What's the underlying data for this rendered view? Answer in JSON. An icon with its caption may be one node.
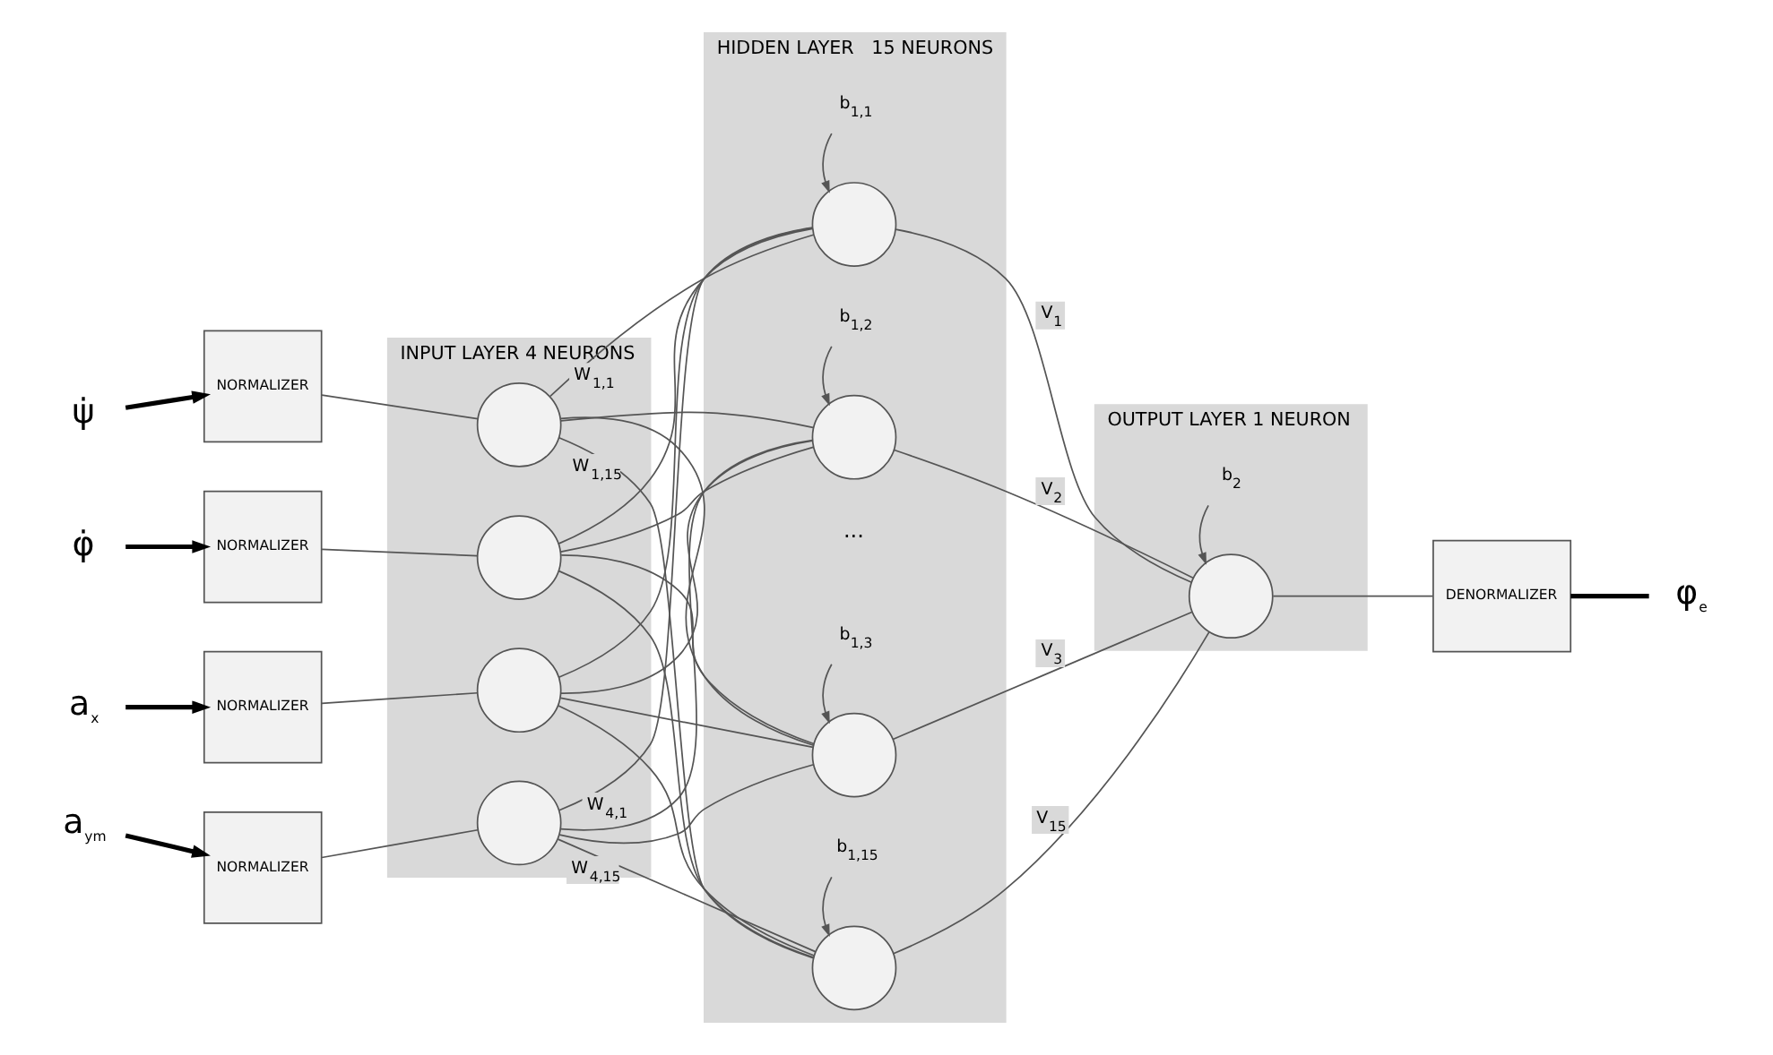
{
  "diagram": {
    "nodes": [
      {
        "text": [
          "INPUT LAYER 4 NEURONS"
        ]
      },
      {
        "text": [
          "HIDDEN LAYER   15 NEURONS"
        ]
      },
      {
        "text": [
          "OUTPUT LAYER 1 NEURON"
        ]
      },
      {
        "text": [
          "ψ̇"
        ]
      },
      {
        "text": [
          "φ̇"
        ]
      },
      {
        "text": [
          "a$_{x}$"
        ]
      },
      {
        "text": [
          "a$_{ym}$"
        ]
      },
      {
        "text": [
          "NORMALIZER"
        ]
      },
      {
        "text": [
          "NORMALIZER"
        ]
      },
      {
        "text": [
          "NORMALIZER"
        ]
      },
      {
        "text": [
          "NORMALIZER"
        ]
      },
      {
        "text": [],
        "shape": "circle",
        "in": 0
      },
      {
        "text": [],
        "shape": "circle",
        "in": 0
      },
      {
        "text": [],
        "shape": "circle",
        "in": 0
      },
      {
        "text": [],
        "shape": "circle",
        "in": 0
      },
      {
        "text": [],
        "shape": "circle",
        "in": 1
      },
      {
        "text": [],
        "shape": "circle",
        "in": 1
      },
      {
        "text": [],
        "shape": "circle",
        "in": 1
      },
      {
        "text": [],
        "shape": "circle",
        "in": 1
      },
      {
        "text": [
          "b$_{1,1}$"
        ],
        "in": 1
      },
      {
        "text": [
          "b$_{1,2}$"
        ],
        "in": 1
      },
      {
        "text": [
          "b$_{1,3}$"
        ],
        "in": 1
      },
      {
        "text": [
          "b$_{1,15}$"
        ],
        "in": 1
      },
      {
        "text": [],
        "shape": "circle",
        "in": 2
      },
      {
        "text": [
          "b$_{2}$"
        ],
        "in": 2
      },
      {
        "text": [
          "DENORMALIZER"
        ]
      },
      {
        "text": [
          "φ$_{e}$"
        ]
      }
    ],
    "edges": [
      {
        "from": 3,
        "to": 7,
        "arrow": "to",
        "style": "thick"
      },
      {
        "from": 4,
        "to": 8,
        "arrow": "to",
        "style": "thick"
      },
      {
        "from": 5,
        "to": 9,
        "arrow": "to",
        "style": "thick"
      },
      {
        "from": 6,
        "to": 10,
        "arrow": "to",
        "style": "thick"
      },
      {
        "from": 7,
        "to": 11,
        "arrow": "none"
      },
      {
        "from": 8,
        "to": 12,
        "arrow": "none"
      },
      {
        "from": 9,
        "to": 13,
        "arrow": "none"
      },
      {
        "from": 10,
        "to": 14,
        "arrow": "none"
      },
      {
        "from": 11,
        "to": 15,
        "arrow": "none",
        "label": "W$_{1,1}$"
      },
      {
        "from": 11,
        "to": 16,
        "arrow": "none"
      },
      {
        "from": 11,
        "to": 17,
        "arrow": "none"
      },
      {
        "from": 11,
        "to": 18,
        "arrow": "none",
        "label": "W$_{1,15}$"
      },
      {
        "from": 12,
        "to": 15,
        "arrow": "none"
      },
      {
        "from": 12,
        "to": 16,
        "arrow": "none"
      },
      {
        "from": 12,
        "to": 17,
        "arrow": "none"
      },
      {
        "from": 12,
        "to": 18,
        "arrow": "none"
      },
      {
        "from": 13,
        "to": 15,
        "arrow": "none"
      },
      {
        "from": 13,
        "to": 16,
        "arrow": "none"
      },
      {
        "from": 13,
        "to": 17,
        "arrow": "none"
      },
      {
        "from": 13,
        "to": 18,
        "arrow": "none"
      },
      {
        "from": 14,
        "to": 15,
        "arrow": "none",
        "label": "W$_{4,1}$"
      },
      {
        "from": 14,
        "to": 16,
        "arrow": "none"
      },
      {
        "from": 14,
        "to": 17,
        "arrow": "none"
      },
      {
        "from": 14,
        "to": 18,
        "arrow": "none",
        "label": "W$_{4,15}$"
      },
      {
        "from": 19,
        "to": 15,
        "arrow": "to"
      },
      {
        "from": 20,
        "to": 16,
        "arrow": "to"
      },
      {
        "from": 21,
        "to": 17,
        "arrow": "to"
      },
      {
        "from": 22,
        "to": 18,
        "arrow": "to"
      },
      {
        "from": 15,
        "to": 23,
        "arrow": "none",
        "label": "V$_{1}$"
      },
      {
        "from": 16,
        "to": 23,
        "arrow": "none",
        "label": "V$_{2}$"
      },
      {
        "from": 17,
        "to": 23,
        "arrow": "none",
        "label": "V$_{3}$"
      },
      {
        "from": 18,
        "to": 23,
        "arrow": "none",
        "label": "V$_{15}$"
      },
      {
        "from": 24,
        "to": 23,
        "arrow": "to"
      },
      {
        "from": 23,
        "to": 25,
        "arrow": "none"
      },
      {
        "from": 25,
        "to": 26,
        "arrow": "none",
        "style": "thick"
      }
    ],
    "labels": [
      "..."
    ]
  }
}
